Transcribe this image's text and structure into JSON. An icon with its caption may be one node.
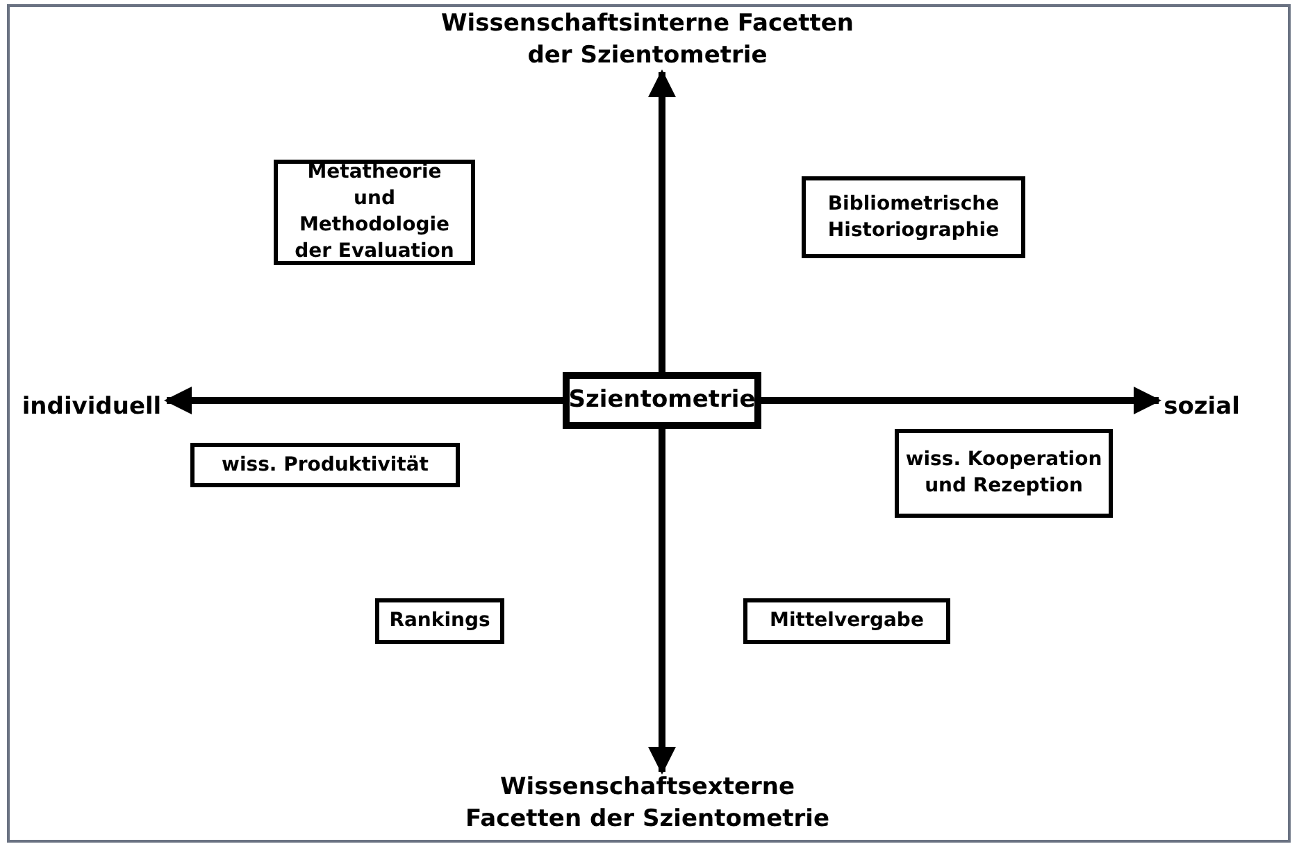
{
  "diagram": {
    "nodes": [
      {
        "text": [
          "Wissenschaftsinterne Facetten der Szientometrie"
        ]
      },
      {
        "text": [
          "Metatheorie und Methodologie der Evaluation"
        ]
      },
      {
        "text": [
          "Bibliometrische Historiographie"
        ]
      },
      {
        "text": [
          "individuell"
        ]
      },
      {
        "text": [
          "Szientometrie"
        ]
      },
      {
        "text": [
          "sozial"
        ]
      },
      {
        "text": [
          "wiss. Produktivität"
        ]
      },
      {
        "text": [
          "wiss. Kooperation und Rezeption"
        ]
      },
      {
        "text": [
          "Rankings"
        ]
      },
      {
        "text": [
          "Mittelvergabe"
        ]
      },
      {
        "text": [
          "Wissenschaftsexterne Facetten der Szientometrie"
        ]
      }
    ],
    "edges": [
      {
        "from": 4,
        "to": 0,
        "arrow": "to"
      },
      {
        "from": 4,
        "to": 3,
        "arrow": "to"
      },
      {
        "from": 4,
        "to": 5,
        "arrow": "to"
      },
      {
        "from": 4,
        "to": 10,
        "arrow": "to"
      }
    ]
  }
}
